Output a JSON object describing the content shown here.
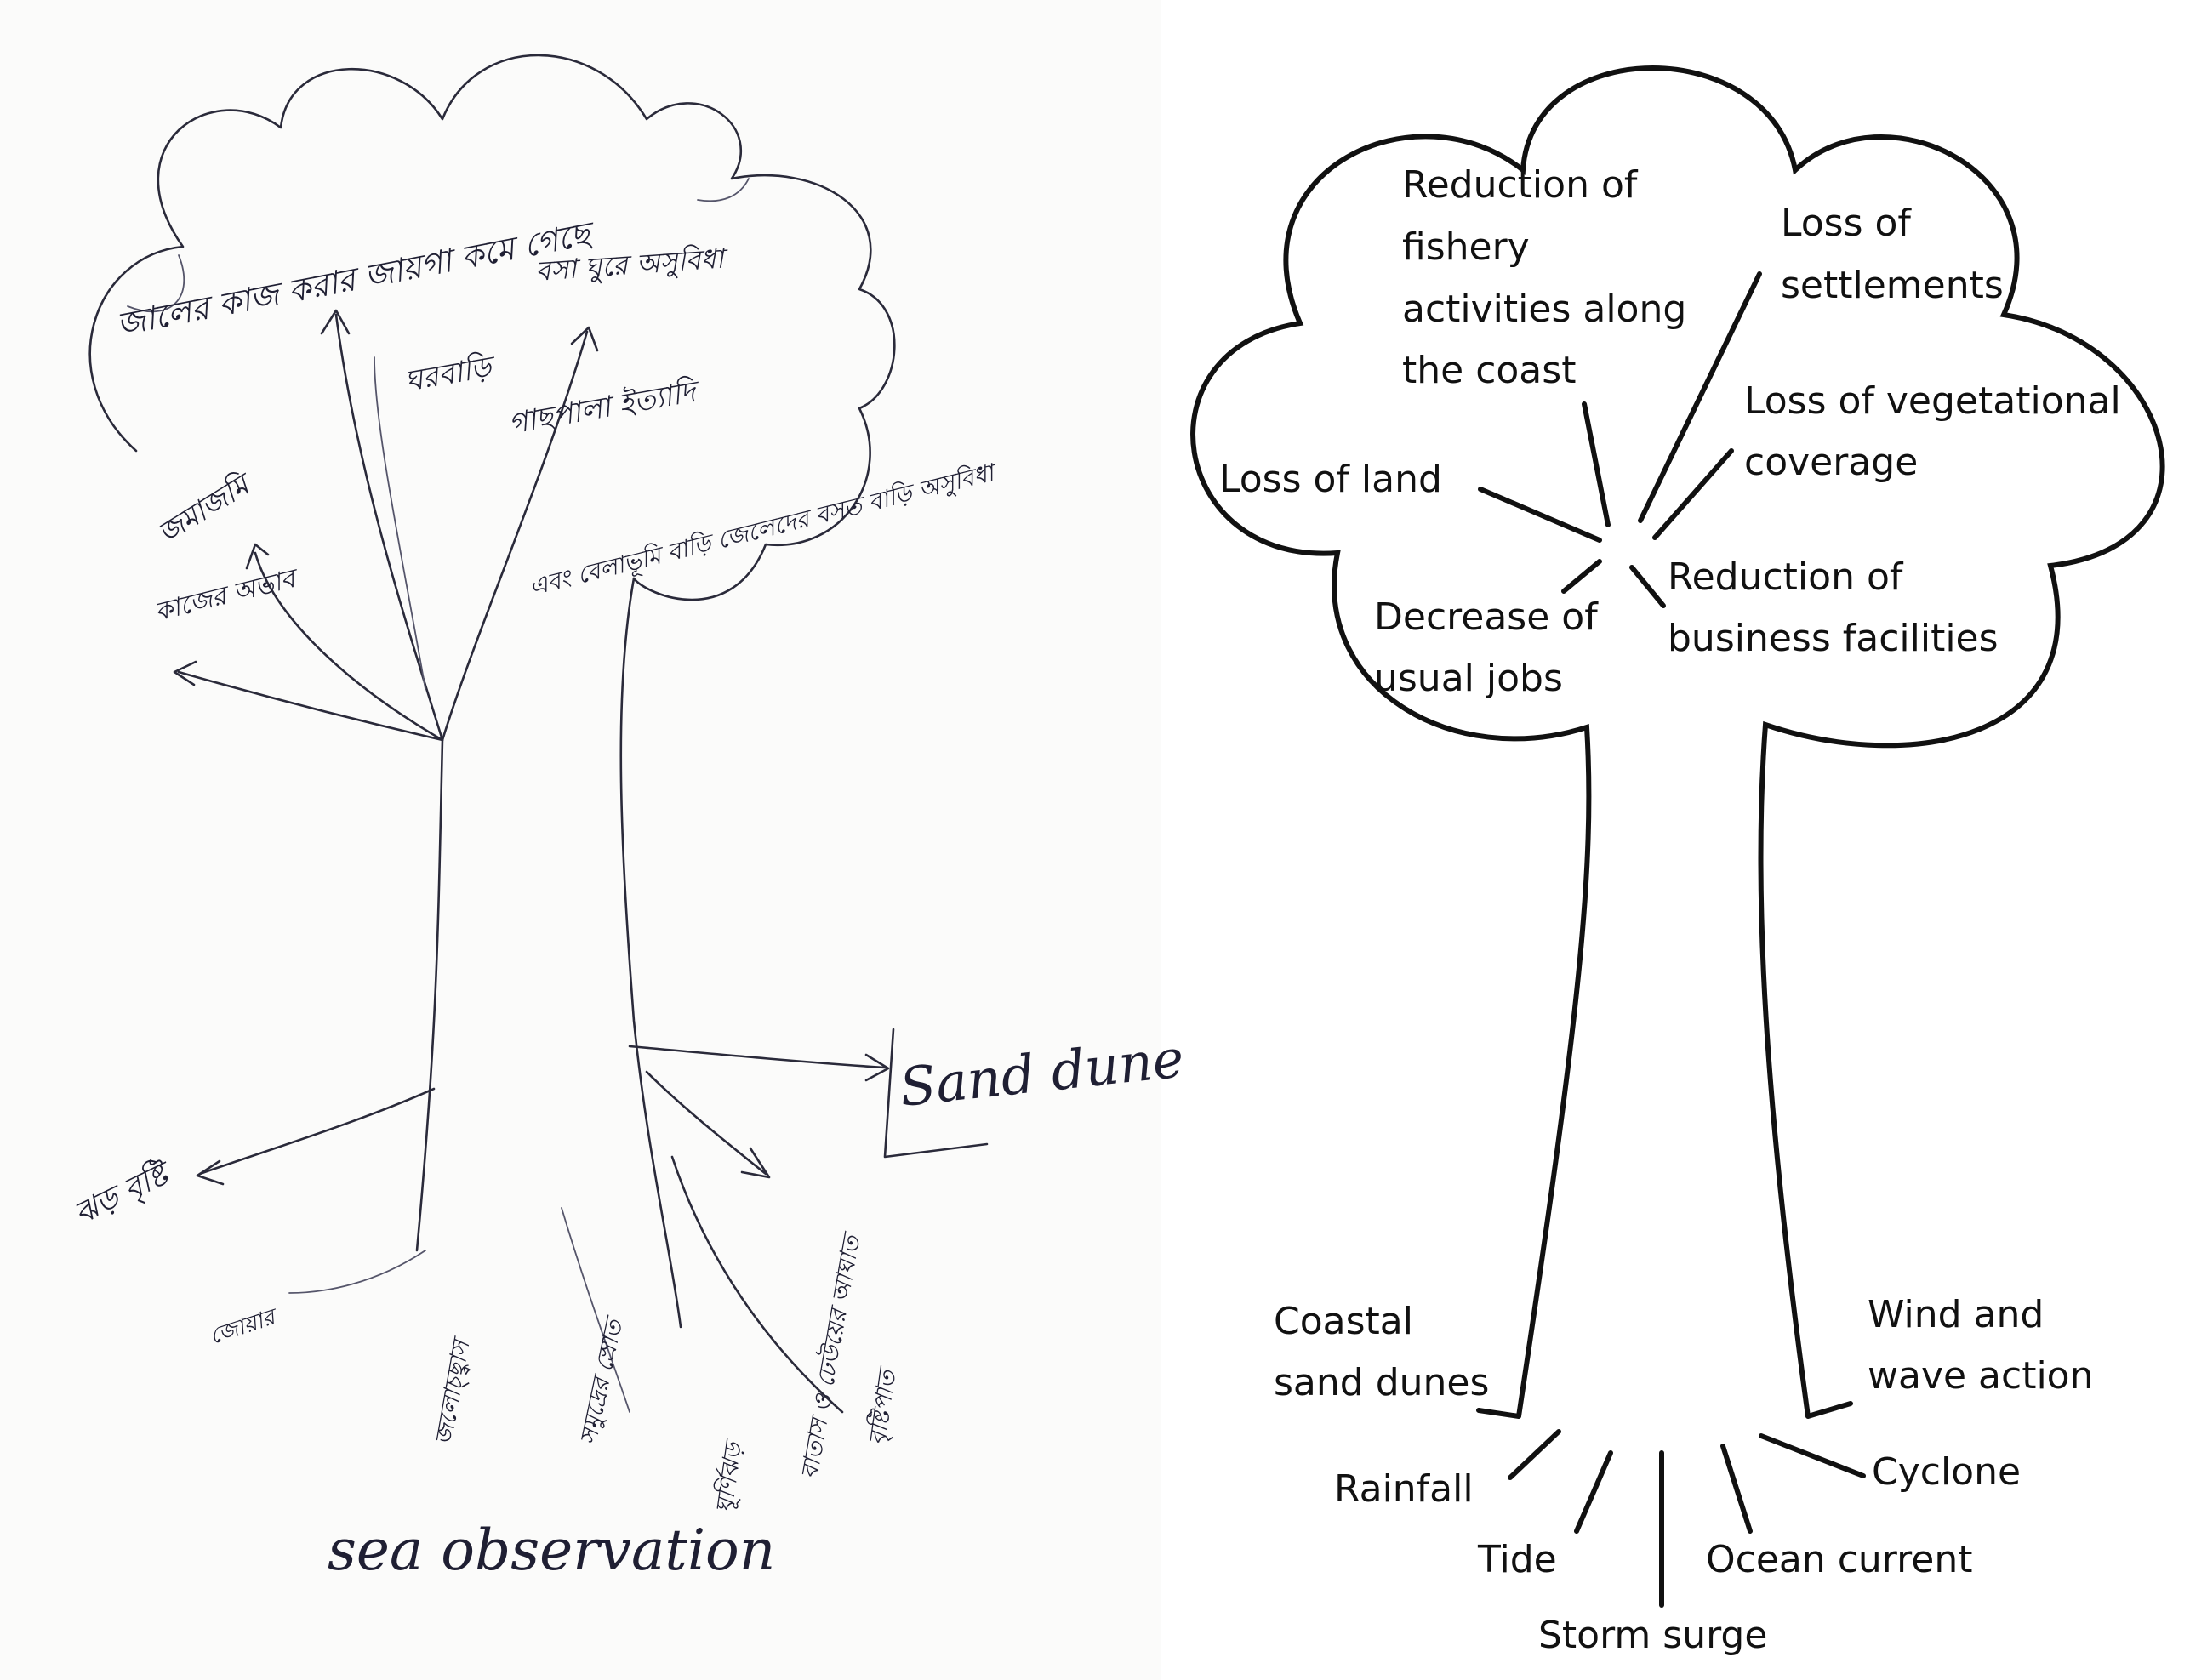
{
  "sketch": {
    "bengali_texts": [
      "জালের কাজ করার জায়গা কমে গেছে",
      "বসা ঘুরে অসুবিধা",
      "জমাজমি",
      "ঘরবাড়ি",
      "গাছপালা ইত্যাদি",
      "কাজের অভাব",
      "এবং বেলাভূমি বাড়ি জেলেদের বসত বাড়ি অসুবিধা",
      "ঝড় বৃষ্টি",
      "জোয়ার",
      "জলোচ্ছ্বাস",
      "সমুদ্রের স্রোত",
      "ঘূর্ণিঝড়",
      "বাতাস ও ঢেউয়ের আঘাত",
      "বৃষ্টিপাত"
    ],
    "english_texts": {
      "sand_dune": "Sand dune",
      "sea_observation": "sea observation"
    }
  },
  "diagram": {
    "crown_labels": {
      "fishery": [
        "Reduction of",
        "fishery",
        "activities along",
        "the coast"
      ],
      "settlements": [
        "Loss of",
        "settlements"
      ],
      "vegetation": [
        "Loss of vegetational",
        "coverage"
      ],
      "land": [
        "Loss of land"
      ],
      "jobs": [
        "Decrease of",
        "usual jobs"
      ],
      "business": [
        "Reduction of",
        "business facilities"
      ]
    },
    "root_labels": {
      "sand_dunes": [
        "Coastal",
        "sand dunes"
      ],
      "wind": [
        "Wind and",
        "wave action"
      ],
      "rainfall": "Rainfall",
      "cyclone": "Cyclone",
      "tide": "Tide",
      "ocean_current": "Ocean current",
      "storm_surge": "Storm surge"
    }
  }
}
